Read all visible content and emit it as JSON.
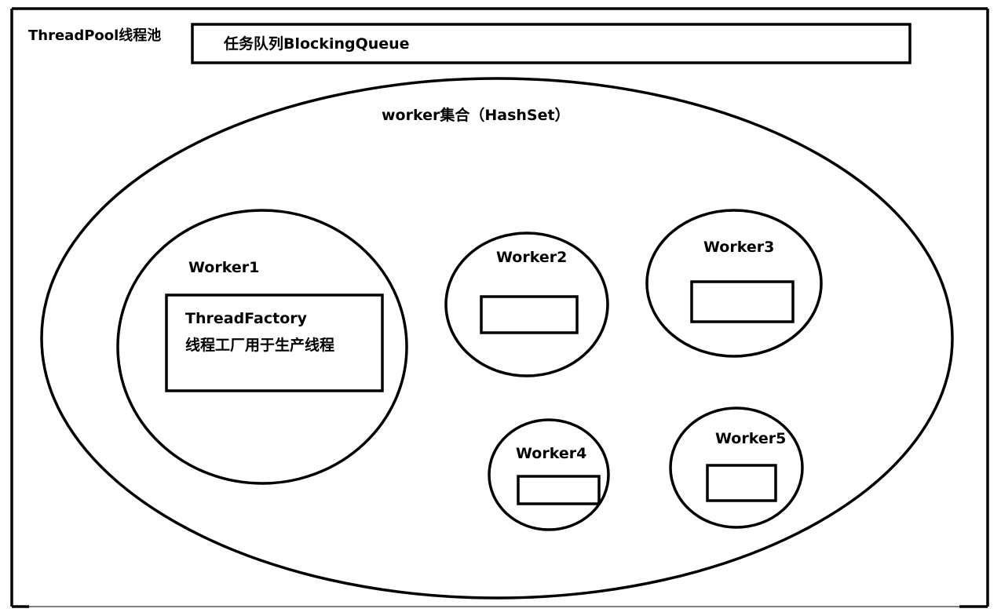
{
  "thread_pool": {
    "title": "ThreadPool线程池"
  },
  "task_queue": {
    "label": "任务队列BlockingQueue"
  },
  "worker_set": {
    "label": "worker集合（HashSet）"
  },
  "workers": [
    {
      "label": "Worker1",
      "thread_factory": {
        "name": "ThreadFactory",
        "description": "线程工厂用于生产线程"
      }
    },
    {
      "label": "Worker2"
    },
    {
      "label": "Worker3"
    },
    {
      "label": "Worker4"
    },
    {
      "label": "Worker5"
    }
  ],
  "colors": {
    "stroke": "#000000",
    "background": "#ffffff",
    "text": "#000000"
  }
}
